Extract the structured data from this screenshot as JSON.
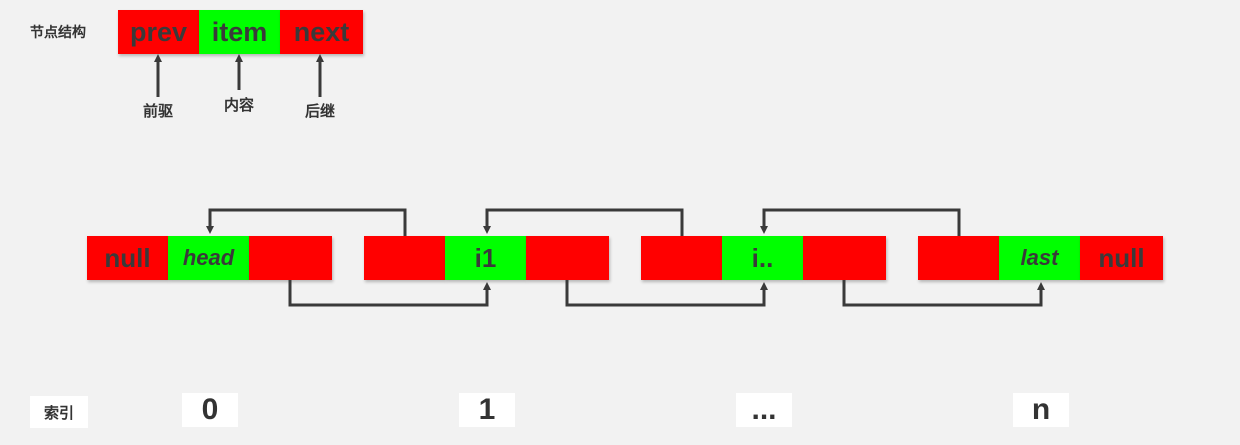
{
  "legend": {
    "title": "节点结构",
    "fields": [
      "prev",
      "item",
      "next"
    ],
    "captions": [
      "前驱",
      "内容",
      "后继"
    ]
  },
  "nodes": [
    {
      "prev": "null",
      "item": "head",
      "next": ""
    },
    {
      "prev": "",
      "item": "i1",
      "next": ""
    },
    {
      "prev": "",
      "item": "i..",
      "next": ""
    },
    {
      "prev": "",
      "item": "last",
      "next": "null"
    }
  ],
  "index": {
    "label": "索引",
    "values": [
      "0",
      "1",
      "...",
      "n"
    ]
  },
  "colors": {
    "pointer": "#ff0000",
    "content": "#00ff00",
    "arrow": "#3a3a3a",
    "background": "#f2f2f2"
  }
}
